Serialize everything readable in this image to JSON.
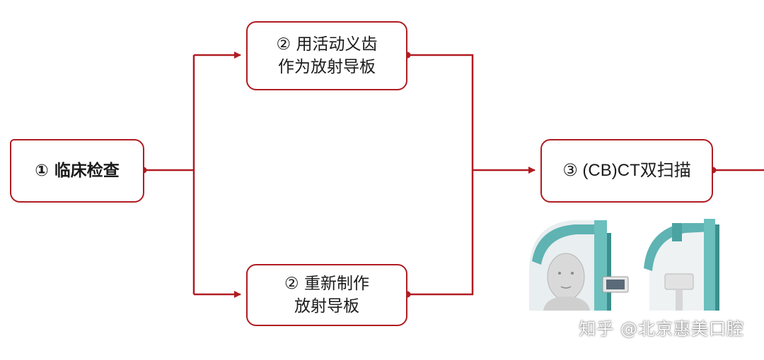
{
  "nodes": {
    "clinical_exam": {
      "lines": [
        "① 临床检查"
      ]
    },
    "removable_denture": {
      "lines": [
        "② 用活动义齿",
        "作为放射导板"
      ]
    },
    "remake_guide": {
      "lines": [
        "② 重新制作",
        "放射导板"
      ]
    },
    "cbct_scan": {
      "lines": [
        "③ (CB)CT双扫描"
      ]
    }
  },
  "watermark": "知乎 @北京惠美口腔",
  "colors": {
    "connector": "#b01c22",
    "scanner_teal": "#5fb3b3"
  },
  "illustration": {
    "subject": "cbct-scanner-icon"
  }
}
